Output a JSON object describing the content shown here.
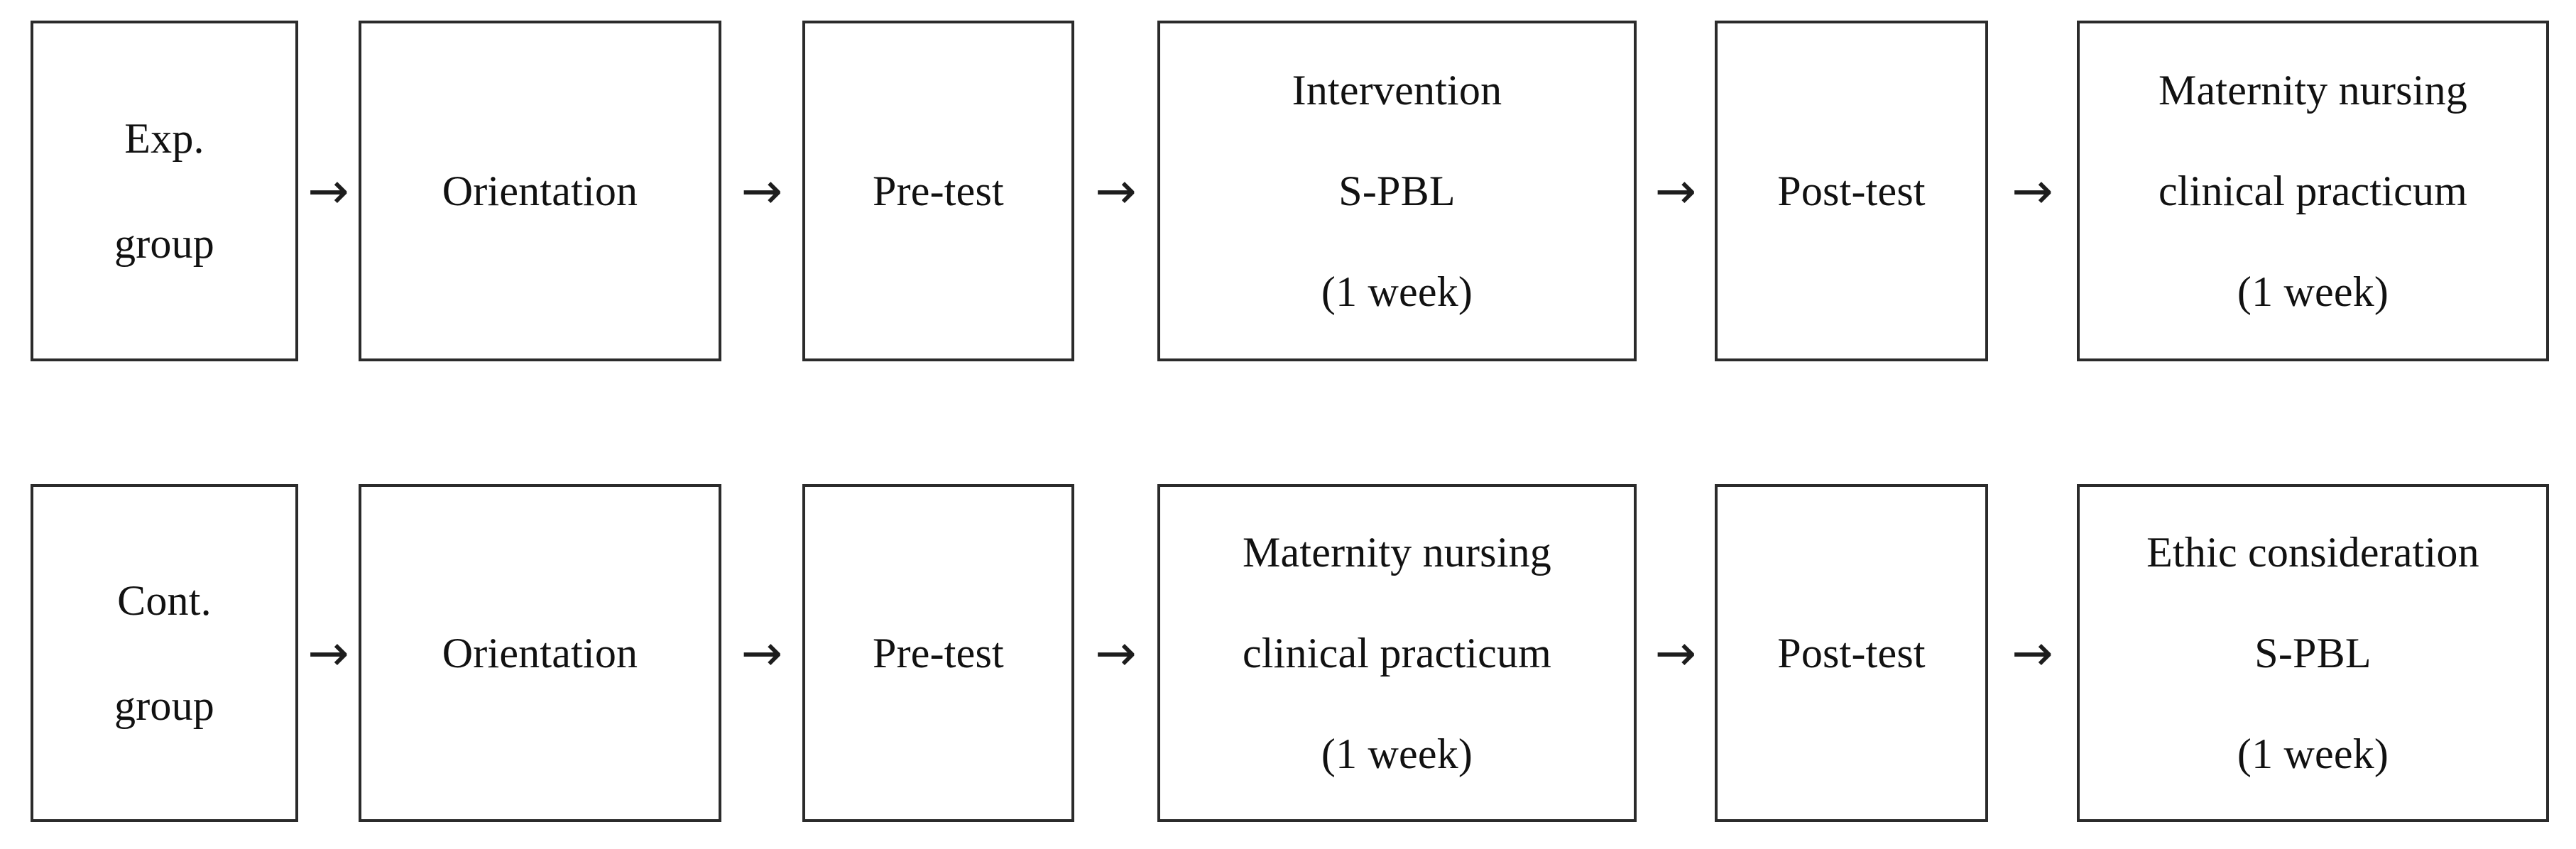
{
  "diagram": {
    "type": "flowchart",
    "orientation": "horizontal",
    "colors": {
      "box_border": "#2b2b2b",
      "box_fill": "#ffffff",
      "text": "#111111",
      "arrow": "#1d1d1d",
      "background": "#ffffff"
    },
    "arrow_glyph": "→",
    "rows": [
      {
        "id": "experimental",
        "group_label": "Exp. group",
        "nodes": [
          {
            "id": "exp-group",
            "lines": [
              "Exp.",
              "group"
            ]
          },
          {
            "id": "exp-orientation",
            "lines": [
              "Orientation"
            ]
          },
          {
            "id": "exp-pretest",
            "lines": [
              "Pre-test"
            ]
          },
          {
            "id": "exp-intervention",
            "lines": [
              "Intervention",
              "S-PBL",
              "(1 week)"
            ]
          },
          {
            "id": "exp-posttest",
            "lines": [
              "Post-test"
            ]
          },
          {
            "id": "exp-practicum",
            "lines": [
              "Maternity nursing",
              "clinical practicum",
              "(1 week)"
            ]
          }
        ],
        "connectors": [
          "→",
          "→",
          "→",
          "→",
          "→"
        ]
      },
      {
        "id": "control",
        "group_label": "Cont. group",
        "nodes": [
          {
            "id": "cont-group",
            "lines": [
              "Cont.",
              "group"
            ]
          },
          {
            "id": "cont-orientation",
            "lines": [
              "Orientation"
            ]
          },
          {
            "id": "cont-pretest",
            "lines": [
              "Pre-test"
            ]
          },
          {
            "id": "cont-practicum",
            "lines": [
              "Maternity nursing",
              "clinical practicum",
              "(1 week)"
            ]
          },
          {
            "id": "cont-posttest",
            "lines": [
              "Post-test"
            ]
          },
          {
            "id": "cont-ethic",
            "lines": [
              "Ethic consideration",
              "S-PBL",
              "(1 week)"
            ]
          }
        ],
        "connectors": [
          "→",
          "→",
          "→",
          "→",
          "→"
        ]
      }
    ]
  }
}
